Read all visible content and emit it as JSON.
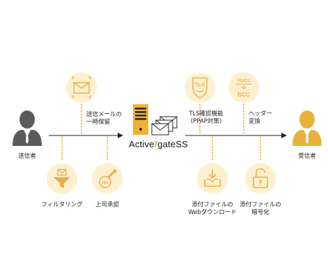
{
  "sender": {
    "label": "送信者"
  },
  "receiver": {
    "label": "受信者"
  },
  "product": {
    "name_part1": "Active",
    "name_mark": "!",
    "name_part2": "gateSS"
  },
  "features": {
    "hold": {
      "line1": "送信メールの",
      "line2": "一時保留",
      "icon": "mail-envelope-icon"
    },
    "filter": {
      "label": "フィルタリング",
      "icon": "funnel-mail-icon"
    },
    "approve": {
      "label": "上司承認",
      "icon": "ok-stamp-icon"
    },
    "tls": {
      "line1": "TLS確認機能",
      "line2": "(PPAP対策)",
      "icon_text": "TLS",
      "icon": "tls-shield-icon"
    },
    "header": {
      "line1": "ヘッダー",
      "line2": "変換",
      "icon_top": "TO/CC",
      "icon_bottom": "BCC",
      "icon": "to-cc-bcc-icon"
    },
    "web_download": {
      "line1": "添付ファイルの",
      "line2": "Webダウンロード",
      "icon": "download-tray-icon"
    },
    "encrypt": {
      "line1": "添付ファイルの",
      "line2": "暗号化",
      "icon": "lock-icon"
    }
  },
  "colors": {
    "accent": "#f2b22d",
    "circle_bg": "#fdf0cf",
    "icon": "#eab04a",
    "person_gray": "#5b5b5b",
    "person_gold": "#e8b23a",
    "line": "#222222"
  }
}
